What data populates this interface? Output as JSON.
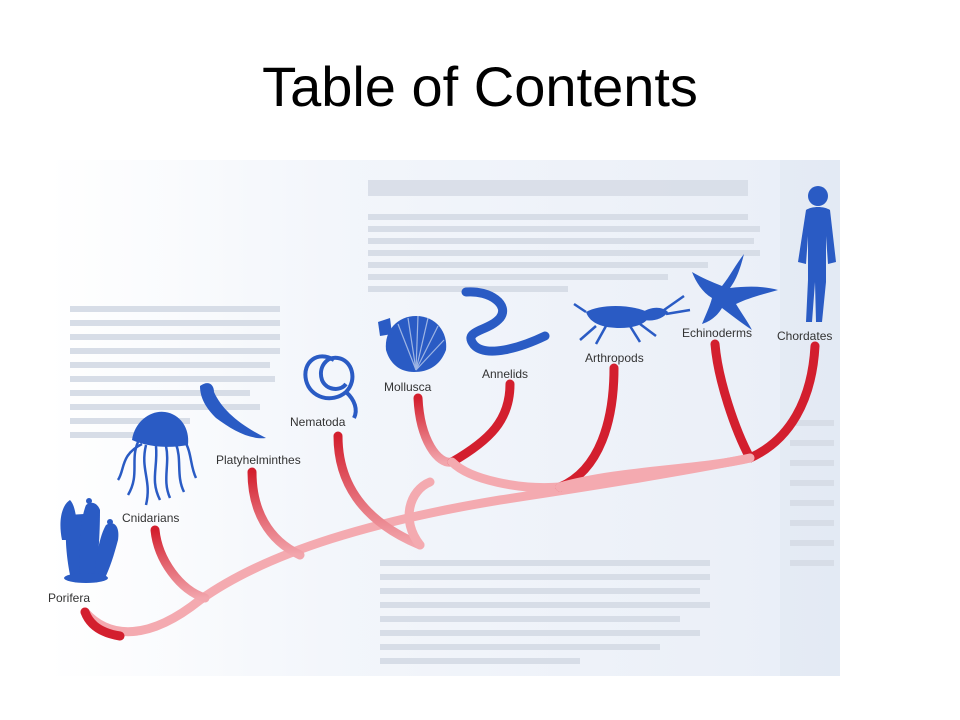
{
  "slide": {
    "title": "Table of Contents"
  },
  "colors": {
    "organism": "#2a5bc4",
    "branch_dark": "#d31f2e",
    "branch_light": "#f4aab0",
    "page_tint": "#edf2f9"
  },
  "taxa": [
    {
      "key": "porifera",
      "label": "Porifera",
      "icon": "sponge-icon"
    },
    {
      "key": "cnidarians",
      "label": "Cnidarians",
      "icon": "jellyfish-icon"
    },
    {
      "key": "platyhelminthes",
      "label": "Platyhelminthes",
      "icon": "flatworm-icon"
    },
    {
      "key": "nematoda",
      "label": "Nematoda",
      "icon": "roundworm-icon"
    },
    {
      "key": "mollusca",
      "label": "Mollusca",
      "icon": "scallop-shell-icon"
    },
    {
      "key": "annelids",
      "label": "Annelids",
      "icon": "segmented-worm-icon"
    },
    {
      "key": "arthropods",
      "label": "Arthropods",
      "icon": "grasshopper-icon"
    },
    {
      "key": "echinoderms",
      "label": "Echinoderms",
      "icon": "starfish-icon"
    },
    {
      "key": "chordates",
      "label": "Chordates",
      "icon": "human-figure-icon"
    }
  ]
}
